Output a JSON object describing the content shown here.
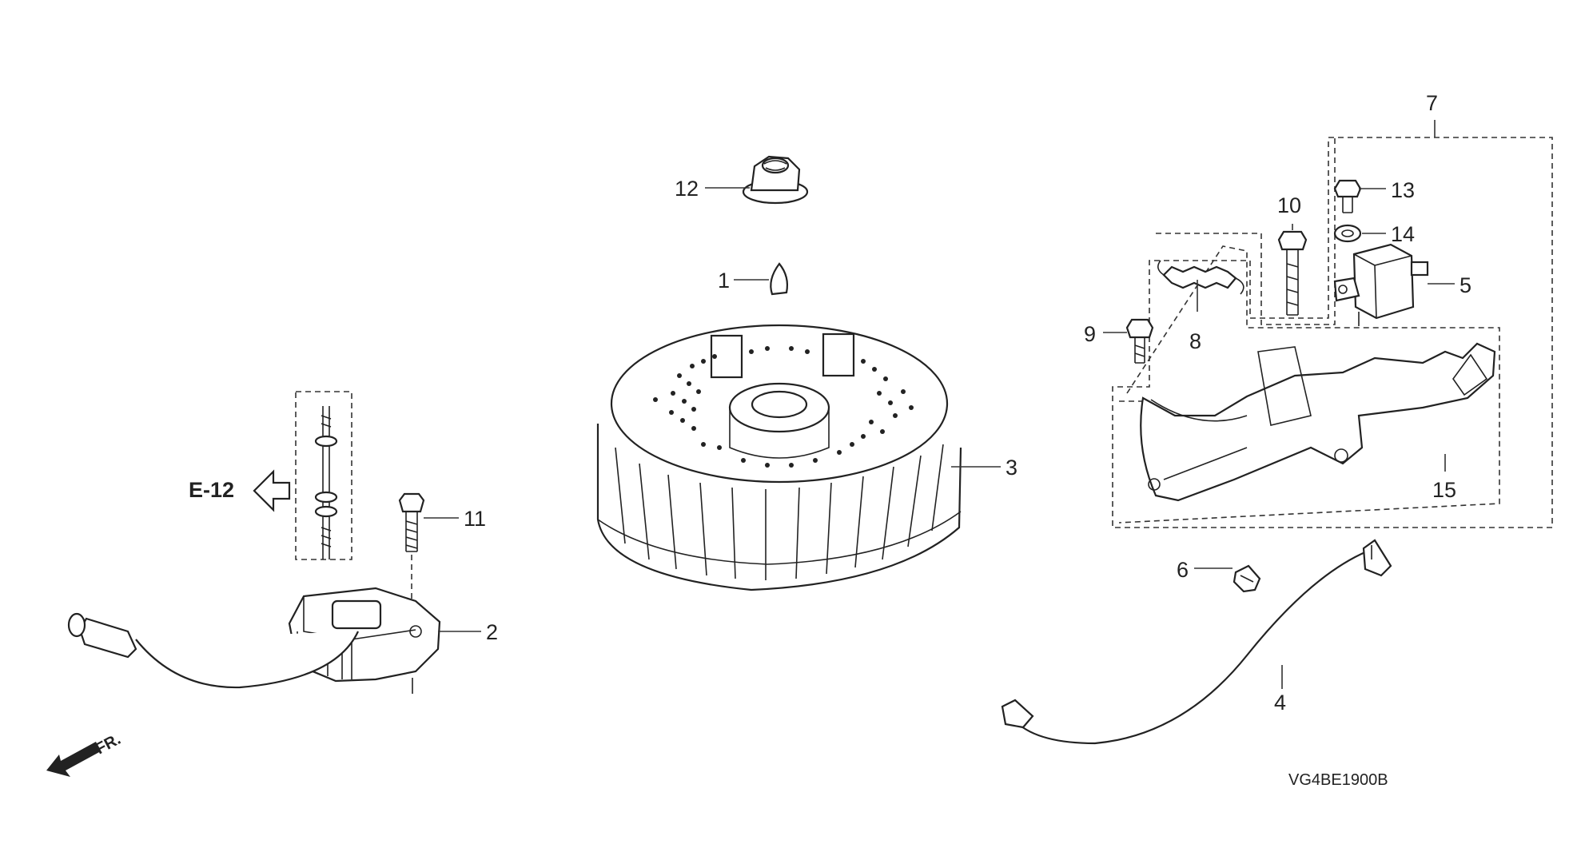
{
  "callouts": {
    "c1": "1",
    "c2": "2",
    "c3": "3",
    "c4": "4",
    "c5": "5",
    "c6": "6",
    "c7": "7",
    "c8": "8",
    "c9": "9",
    "c10": "10",
    "c11": "11",
    "c12": "12",
    "c13": "13",
    "c14": "14",
    "c15": "15"
  },
  "reference": "E-12",
  "front_marker": "FR.",
  "diagram_code": "VG4BE1900B"
}
